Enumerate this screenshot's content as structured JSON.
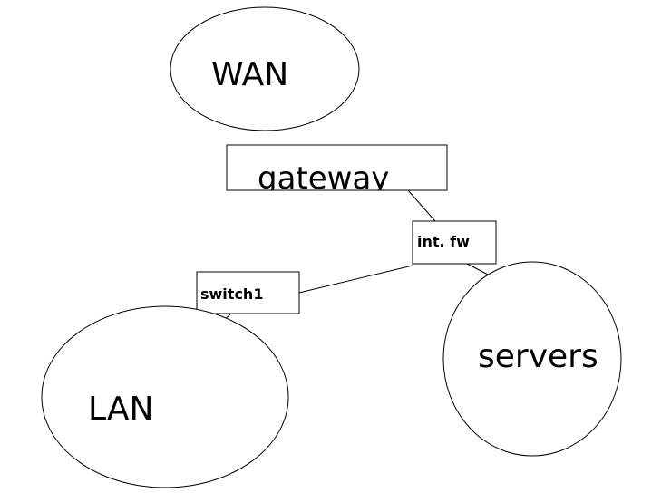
{
  "nodes": {
    "wan": {
      "label": "WAN"
    },
    "gateway": {
      "label": "gateway"
    },
    "int_fw": {
      "label": "int. fw"
    },
    "switch1": {
      "label": "switch1"
    },
    "lan": {
      "label": "LAN"
    },
    "servers": {
      "label": "servers"
    }
  },
  "edges": [
    {
      "from": "gateway",
      "to": "int_fw"
    },
    {
      "from": "int_fw",
      "to": "switch1"
    },
    {
      "from": "int_fw",
      "to": "servers"
    },
    {
      "from": "switch1",
      "to": "lan"
    }
  ],
  "colors": {
    "background": "#ffffff",
    "stroke": "#000000",
    "text": "#000000"
  }
}
